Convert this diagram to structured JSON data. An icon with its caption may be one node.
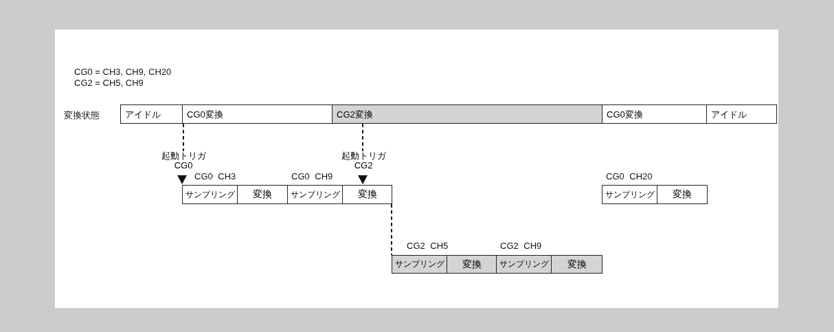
{
  "diagram": {
    "nodes": [
      {
        "text": [
          "アイドル"
        ]
      },
      {
        "text": [
          "CG0変換"
        ]
      },
      {
        "text": [
          "CG2変換"
        ]
      },
      {
        "text": [
          "CG0変換"
        ]
      },
      {
        "text": [
          "アイドル"
        ]
      },
      {
        "text": [
          "起動トリガ CG0"
        ]
      },
      {
        "text": [
          "サンプリング"
        ],
        "beside": [
          "CG0 CH3"
        ]
      },
      {
        "text": [
          "変換"
        ]
      },
      {
        "text": [
          "サンプリング"
        ],
        "beside": [
          "CG0 CH9"
        ]
      },
      {
        "text": [
          "変換"
        ]
      },
      {
        "text": [
          "起動トリガ CG2"
        ]
      },
      {
        "text": [
          "サンプリング"
        ],
        "beside": [
          "CG2 CH5"
        ]
      },
      {
        "text": [
          "変換"
        ]
      },
      {
        "text": [
          "サンプリング"
        ],
        "beside": [
          "CG2 CH9"
        ]
      },
      {
        "text": [
          "変換"
        ]
      },
      {
        "text": [
          "サンプリング"
        ],
        "beside": [
          "CG0 CH20"
        ]
      },
      {
        "text": [
          "変換"
        ]
      }
    ],
    "edges": [
      {
        "from": 1,
        "to": 5,
        "arrow": "none",
        "style": "dashed"
      },
      {
        "from": 2,
        "to": 10,
        "arrow": "none",
        "style": "dashed"
      },
      {
        "from": 9,
        "to": 11,
        "arrow": "none",
        "style": "dashed"
      }
    ],
    "labels": [
      "CG0 = CH3, CH9, CH20",
      "CG2 = CH5, CH9",
      "変換状態"
    ]
  }
}
